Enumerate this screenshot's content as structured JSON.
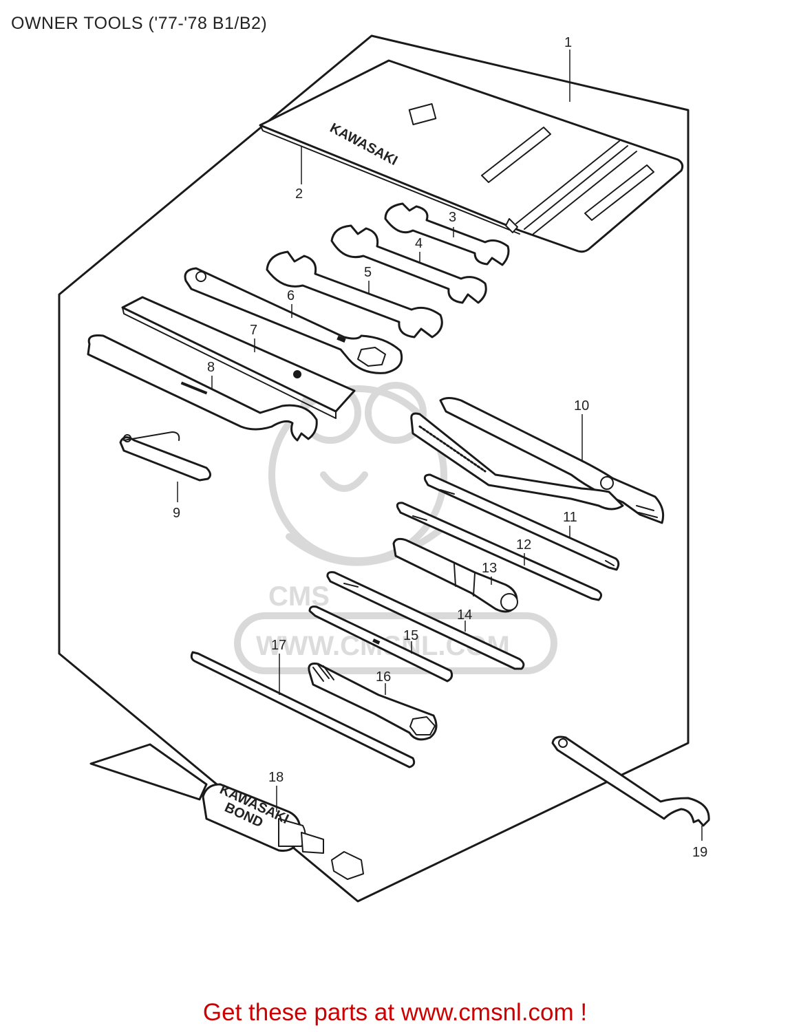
{
  "title": "OWNER TOOLS ('77-'78 B1/B2)",
  "call_to_action": "Get these parts at www.cmsnl.com !",
  "watermark": {
    "logo_text": "CMS",
    "url_text": "WWW.CMSNL.COM"
  },
  "pouch_text": "KAWASAKI",
  "bond_tube_text": [
    "KAWASAKI",
    "BOND"
  ],
  "callouts": [
    "1",
    "2",
    "3",
    "4",
    "5",
    "6",
    "7",
    "8",
    "9",
    "10",
    "11",
    "12",
    "13",
    "14",
    "15",
    "16",
    "17",
    "18",
    "19"
  ],
  "colors": {
    "line": "#1a1a1a",
    "cta": "#cc0000",
    "watermark": "#d9d9d9",
    "background": "#ffffff"
  }
}
